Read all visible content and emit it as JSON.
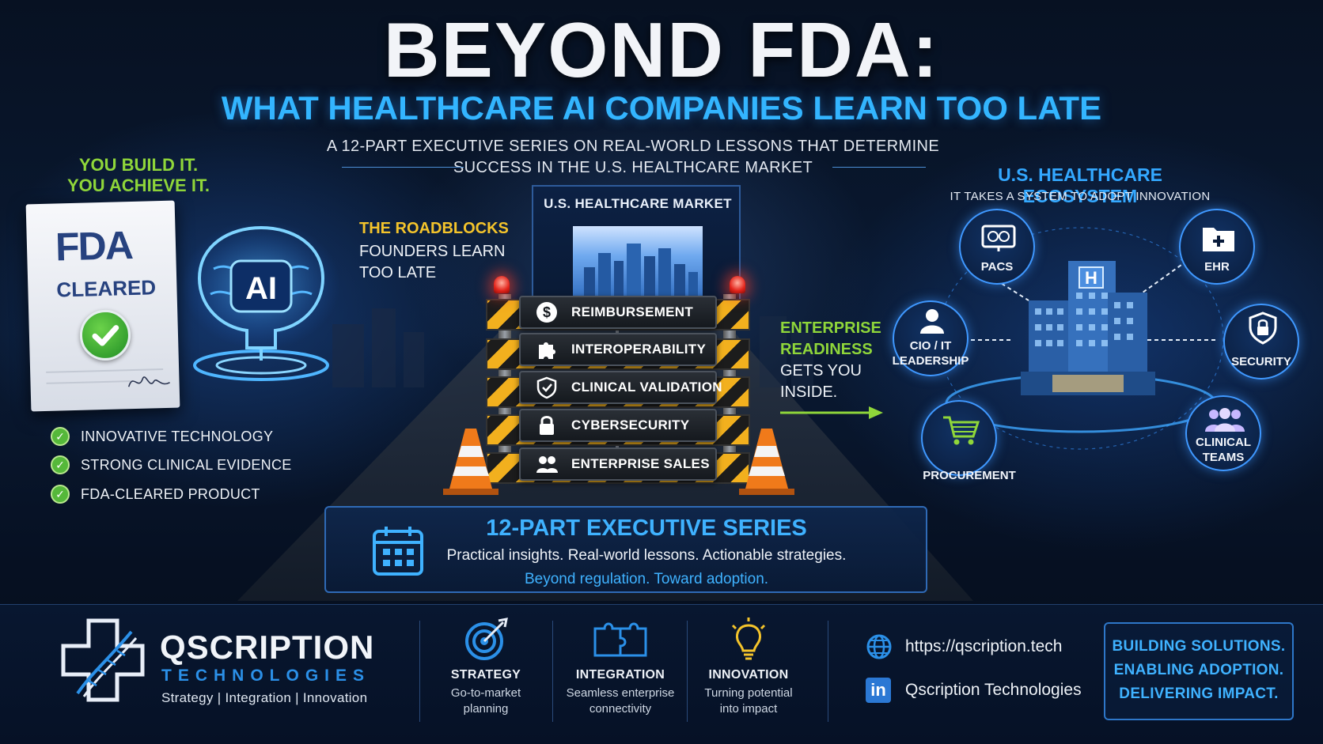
{
  "header": {
    "title": "BEYOND FDA:",
    "subtitle": "WHAT HEALTHCARE AI COMPANIES LEARN TOO LATE",
    "tagline_line1": "A 12-PART EXECUTIVE SERIES ON REAL-WORLD LESSONS THAT DETERMINE",
    "tagline_line2": "SUCCESS IN THE U.S. HEALTHCARE MARKET"
  },
  "left_panel": {
    "heading_line1": "YOU BUILD IT.",
    "heading_line2": "YOU ACHIEVE IT.",
    "fda_logo": "FDA",
    "fda_status": "CLEARED",
    "ai_badge": "AI",
    "checklist": [
      "INNOVATIVE TECHNOLOGY",
      "STRONG CLINICAL EVIDENCE",
      "FDA-CLEARED PRODUCT"
    ]
  },
  "roadblocks": {
    "label": "THE ROADBLOCKS",
    "desc_line1": "FOUNDERS LEARN",
    "desc_line2": "TOO LATE",
    "market_title": "U.S. HEALTHCARE MARKET",
    "signs": [
      {
        "label": "REIMBURSEMENT",
        "icon": "dollar-icon"
      },
      {
        "label": "INTEROPERABILITY",
        "icon": "puzzle-icon"
      },
      {
        "label": "CLINICAL VALIDATION",
        "icon": "shield-check-icon"
      },
      {
        "label": "CYBERSECURITY",
        "icon": "lock-icon"
      },
      {
        "label": "ENTERPRISE SALES",
        "icon": "people-icon"
      }
    ]
  },
  "enterprise": {
    "label_line1": "ENTERPRISE",
    "label_line2": "READINESS",
    "desc_line1": "GETS YOU",
    "desc_line2": "INSIDE."
  },
  "ecosystem": {
    "title": "U.S. HEALTHCARE ECOSYSTEM",
    "subtitle": "IT TAKES A SYSTEM TO ADOPT INNOVATION",
    "hospital_letter": "H",
    "nodes": [
      {
        "label": "PACS",
        "icon": "monitor-icon"
      },
      {
        "label": "EHR",
        "icon": "medical-folder-icon"
      },
      {
        "label_line1": "CIO / IT",
        "label_line2": "LEADERSHIP",
        "icon": "person-icon"
      },
      {
        "label": "SECURITY",
        "icon": "shield-lock-icon"
      },
      {
        "label": "PROCUREMENT",
        "icon": "cart-icon"
      },
      {
        "label_line1": "CLINICAL",
        "label_line2": "TEAMS",
        "icon": "team-icon"
      }
    ]
  },
  "series": {
    "title": "12-PART EXECUTIVE SERIES",
    "line1": "Practical insights. Real-world lessons. Actionable strategies.",
    "line2": "Beyond regulation. Toward adoption."
  },
  "footer": {
    "brand_name": "QSCRIPTION",
    "brand_sub": "TECHNOLOGIES",
    "brand_tagline": "Strategy  |  Integration  |  Innovation",
    "pillars": [
      {
        "title": "STRATEGY",
        "desc_line1": "Go-to-market",
        "desc_line2": "planning",
        "icon": "target-icon"
      },
      {
        "title": "INTEGRATION",
        "desc_line1": "Seamless enterprise",
        "desc_line2": "connectivity",
        "icon": "puzzle-icon"
      },
      {
        "title": "INNOVATION",
        "desc_line1": "Turning potential",
        "desc_line2": "into impact",
        "icon": "lightbulb-icon"
      }
    ],
    "website": "https://qscription.tech",
    "linkedin": "Qscription Technologies",
    "slogan": [
      "BUILDING SOLUTIONS.",
      "ENABLING ADOPTION.",
      "DELIVERING IMPACT."
    ]
  },
  "colors": {
    "accent_blue": "#33b5ff",
    "accent_green": "#8fd63a",
    "accent_yellow": "#f4c42b",
    "background": "#071122"
  }
}
